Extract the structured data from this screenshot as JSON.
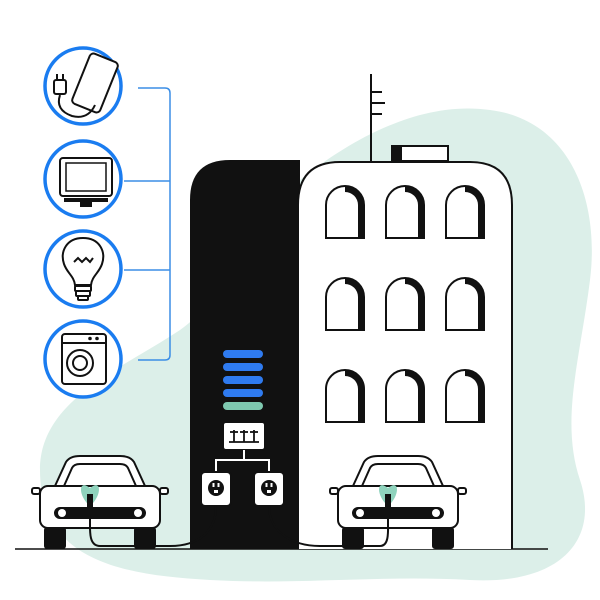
{
  "colors": {
    "background": "#ffffff",
    "blob": "#dcefe9",
    "ink": "#111111",
    "accent_blue": "#1f6fe0",
    "circle_ring": "#1a7cf0",
    "connector_line": "#3b8ee6",
    "battery_blue": "#2f7bf0",
    "battery_green": "#7fc9b0",
    "plug_glow": "#8fd3bd"
  },
  "appliances": [
    {
      "name": "phone-charger",
      "icon": "phone-charging-icon"
    },
    {
      "name": "television",
      "icon": "tv-icon"
    },
    {
      "name": "light-bulb",
      "icon": "lightbulb-icon"
    },
    {
      "name": "washing-machine",
      "icon": "washing-machine-icon"
    }
  ],
  "building": {
    "window_rows": 3,
    "window_cols": 3,
    "has_antenna": true
  },
  "battery": {
    "levels": [
      "blue",
      "blue",
      "blue",
      "blue",
      "green"
    ]
  },
  "vehicles": [
    {
      "name": "left-car",
      "icon": "electric-car-icon"
    },
    {
      "name": "right-car",
      "icon": "electric-car-icon"
    }
  ],
  "outlets": [
    {
      "name": "outlet-left",
      "icon": "power-socket-icon"
    },
    {
      "name": "outlet-right",
      "icon": "power-socket-icon"
    }
  ]
}
